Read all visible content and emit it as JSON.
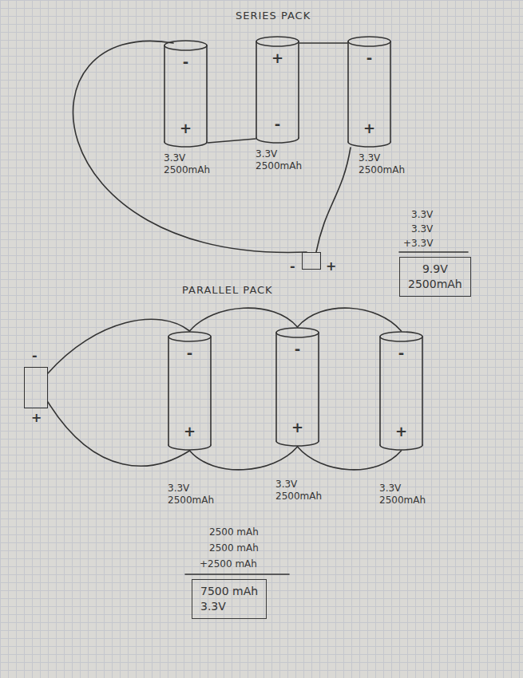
{
  "diagram": {
    "nodes": [
      {
        "text": [
          "-",
          "+",
          "3.3V 2500mAh"
        ]
      },
      {
        "text": [
          "+",
          "-",
          "3.3V 2500mAh"
        ]
      },
      {
        "text": [
          "-",
          "+",
          "3.3V 2500mAh"
        ]
      },
      {
        "text": [
          "-",
          "+"
        ]
      },
      {
        "text": [
          "9.9V",
          "2500mAh"
        ]
      },
      {
        "text": [
          "-",
          "+"
        ]
      },
      {
        "text": [
          "-",
          "+",
          "3.3V 2500mAh"
        ]
      },
      {
        "text": [
          "-",
          "+",
          "3.3V 2500mAh"
        ]
      },
      {
        "text": [
          "-",
          "+",
          "3.3V 2500mAh"
        ]
      },
      {
        "text": [
          "7500 mAh",
          "3.3V"
        ]
      }
    ],
    "edges": [
      {
        "from": 0,
        "to": 1,
        "arrow": "none"
      },
      {
        "from": 1,
        "to": 2,
        "arrow": "none"
      },
      {
        "from": 0,
        "to": 3,
        "arrow": "none"
      },
      {
        "from": 2,
        "to": 3,
        "arrow": "none"
      },
      {
        "from": 5,
        "to": 6,
        "arrow": "none"
      },
      {
        "from": 6,
        "to": 7,
        "arrow": "none"
      },
      {
        "from": 7,
        "to": 8,
        "arrow": "none"
      },
      {
        "from": 5,
        "to": 6,
        "arrow": "none"
      },
      {
        "from": 6,
        "to": 7,
        "arrow": "none"
      },
      {
        "from": 7,
        "to": 8,
        "arrow": "none"
      }
    ],
    "labels": [
      "SERIES PACK",
      "3.3V",
      "3.3V",
      "+3.3V",
      "PARALLEL PACK",
      "2500 mAh",
      "2500 mAh",
      "+2500 mAh"
    ]
  }
}
